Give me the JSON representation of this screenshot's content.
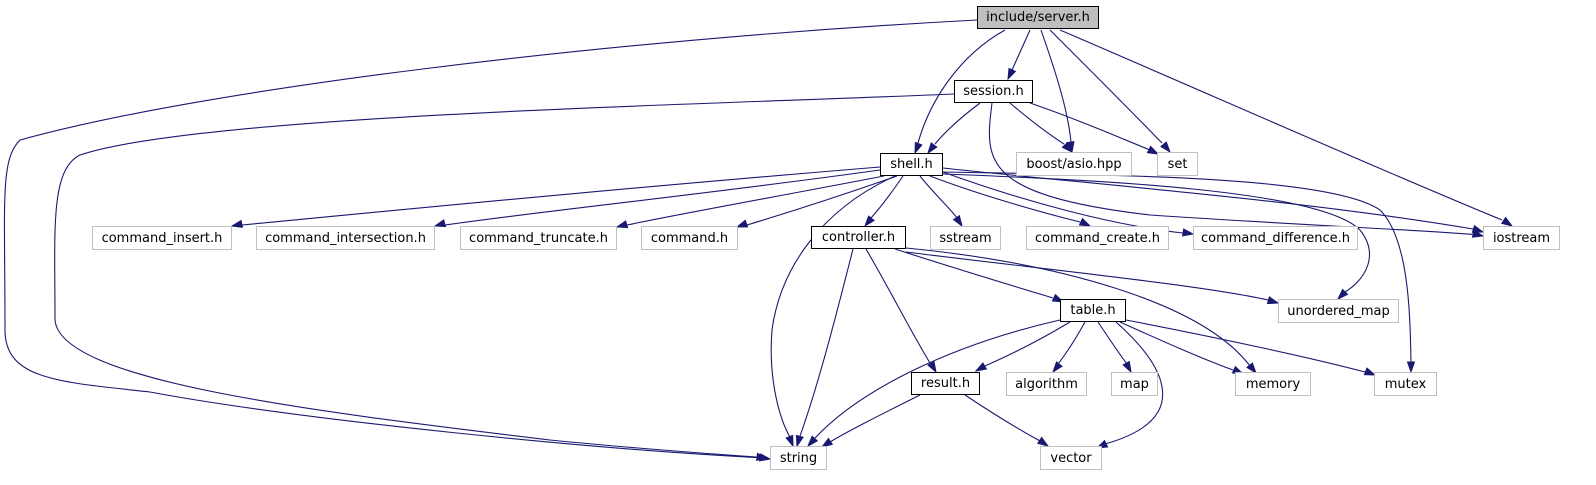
{
  "graph": {
    "colors": {
      "edge": "#191970",
      "external_border": "#bfbfbf",
      "focus_fill": "#bfbfbf"
    },
    "nodes": [
      {
        "id": "server",
        "label": "include/server.h",
        "kind": "focus"
      },
      {
        "id": "session",
        "label": "session.h",
        "kind": "internal"
      },
      {
        "id": "shell",
        "label": "shell.h",
        "kind": "internal"
      },
      {
        "id": "asio",
        "label": "boost/asio.hpp",
        "kind": "external"
      },
      {
        "id": "set",
        "label": "set",
        "kind": "external"
      },
      {
        "id": "cinsert",
        "label": "command_insert.h",
        "kind": "external"
      },
      {
        "id": "cinter",
        "label": "command_intersection.h",
        "kind": "external"
      },
      {
        "id": "ctrunc",
        "label": "command_truncate.h",
        "kind": "external"
      },
      {
        "id": "cmd",
        "label": "command.h",
        "kind": "external"
      },
      {
        "id": "ctrl",
        "label": "controller.h",
        "kind": "internal"
      },
      {
        "id": "sstream",
        "label": "sstream",
        "kind": "external"
      },
      {
        "id": "ccreate",
        "label": "command_create.h",
        "kind": "external"
      },
      {
        "id": "cdiff",
        "label": "command_difference.h",
        "kind": "external"
      },
      {
        "id": "iostream",
        "label": "iostream",
        "kind": "external"
      },
      {
        "id": "umap",
        "label": "unordered_map",
        "kind": "external"
      },
      {
        "id": "table",
        "label": "table.h",
        "kind": "internal"
      },
      {
        "id": "result",
        "label": "result.h",
        "kind": "internal"
      },
      {
        "id": "algo",
        "label": "algorithm",
        "kind": "external"
      },
      {
        "id": "map",
        "label": "map",
        "kind": "external"
      },
      {
        "id": "memory",
        "label": "memory",
        "kind": "external"
      },
      {
        "id": "mutex",
        "label": "mutex",
        "kind": "external"
      },
      {
        "id": "string",
        "label": "string",
        "kind": "external"
      },
      {
        "id": "vector",
        "label": "vector",
        "kind": "external"
      }
    ]
  }
}
